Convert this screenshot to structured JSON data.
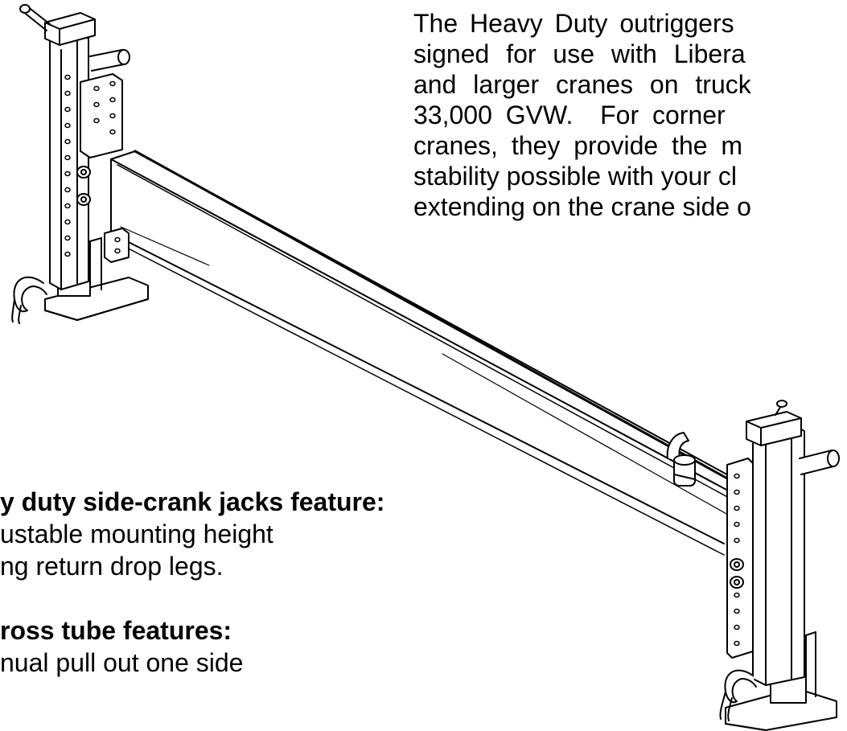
{
  "paragraph": {
    "lines": [
      "The Heavy Duty outriggers",
      "signed for use with Libera",
      "and larger cranes on truck",
      "33,000 GVW.  For corner",
      "cranes, they provide the m",
      "stability possible with your cl",
      "extending on the crane side o"
    ]
  },
  "jacks": {
    "heading": "y duty side-crank jacks feature:",
    "items": [
      "ustable mounting height",
      "ng return drop legs."
    ]
  },
  "cross_tube": {
    "heading": "ross tube features:",
    "items": [
      "nual pull out one side"
    ]
  },
  "colors": {
    "ink": "#000000",
    "paper": "#ffffff"
  },
  "icons": [
    "outrigger-drawing"
  ]
}
